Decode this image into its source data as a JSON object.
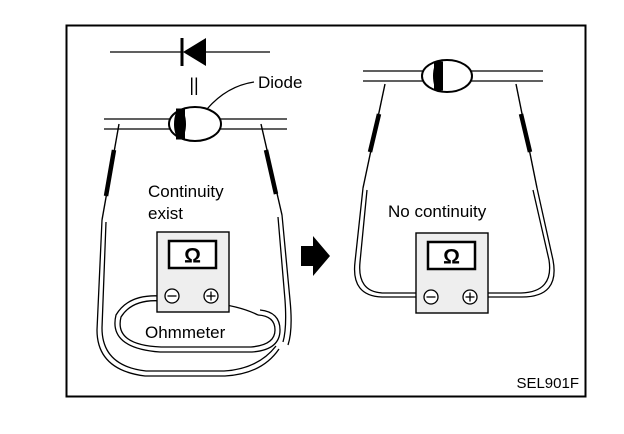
{
  "diagram": {
    "labels": {
      "diode": "Diode",
      "continuity": "Continuity",
      "exist": "exist",
      "ohmmeter": "Ohmmeter",
      "no_continuity": "No continuity",
      "code": "SEL901F",
      "ohm_symbol_left": "Ω",
      "ohm_symbol_right": "Ω",
      "equivalence_mark": "||"
    },
    "colors": {
      "ink": "#000000",
      "meter_body": "#eeeeee",
      "paper": "#ffffff"
    }
  }
}
